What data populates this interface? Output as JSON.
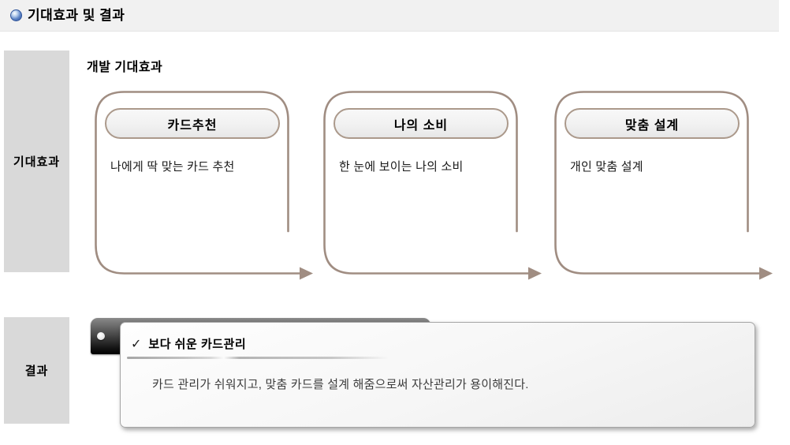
{
  "header": {
    "title": "기대효과 및 결과",
    "bullet_icon": "blue-glossy-circle"
  },
  "sidebar": {
    "sections": [
      {
        "label": "기대효과"
      },
      {
        "label": "결과"
      }
    ]
  },
  "main": {
    "heading": "개발 기대효과",
    "flow_boxes": [
      {
        "title": "카드추천",
        "description": "나에게 딱 맞는 카드 추천"
      },
      {
        "title": "나의 소비",
        "description": "한 눈에 보이는 나의 소비"
      },
      {
        "title": "맞춤 설계",
        "description": "개인 맞춤 설계"
      }
    ]
  },
  "result": {
    "check_icon": "✓",
    "title": "보다 쉬운 카드관리",
    "description": "카드 관리가 쉬워지고, 맞춤 카드를 설계 해줌으로써 자산관리가 용이해진다."
  },
  "colors": {
    "header_band_bg": "#f1f1f1",
    "sidebar_box_bg": "#d9d9d9",
    "flow_outline": "#a08d82",
    "pill_border": "#ab998b",
    "pill_fill": "#f1f1f1",
    "tab_gradient_dark": "#000000",
    "card_bg": "#f6f6f6",
    "card_border": "#a5a5a5",
    "accent_blue": "#2f549a"
  }
}
